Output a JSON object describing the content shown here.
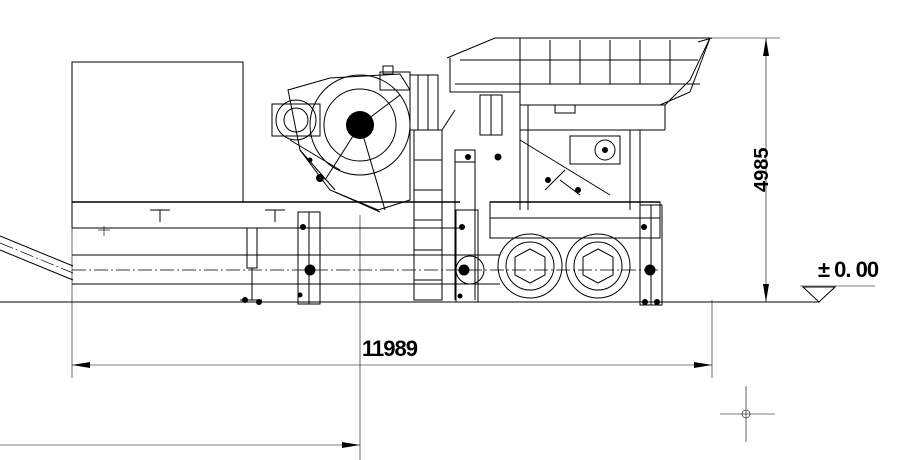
{
  "drawing": {
    "overall_length_label": "11989",
    "overall_height_label": "4985",
    "ground_level_label": "± 0. 00"
  }
}
